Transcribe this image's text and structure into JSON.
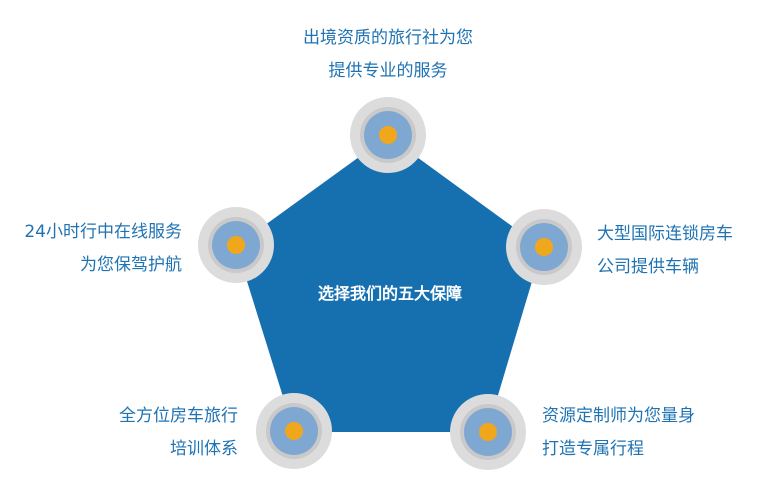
{
  "center": {
    "title": "选择我们的五大保障"
  },
  "nodes": [
    {
      "id": "top",
      "lines": [
        "出境资质的旅行社为您",
        "提供专业的服务"
      ]
    },
    {
      "id": "right",
      "lines": [
        "大型国际连锁房车",
        "公司提供车辆"
      ]
    },
    {
      "id": "bottom-right",
      "lines": [
        "资源定制师为您量身",
        "打造专属行程"
      ]
    },
    {
      "id": "bottom-left",
      "lines": [
        "全方位房车旅行",
        "培训体系"
      ]
    },
    {
      "id": "left",
      "lines": [
        "24小时行中在线服务",
        "为您保驾护航"
      ]
    }
  ],
  "colors": {
    "pentagon": "#1670b0",
    "ring_outer": "#dcdcdc",
    "ring_mid": "#c9c9c9",
    "node_fill": "#7ea7d2",
    "node_dot": "#f1a71b",
    "text": "#1f73b3",
    "center_text": "#ffffff"
  }
}
